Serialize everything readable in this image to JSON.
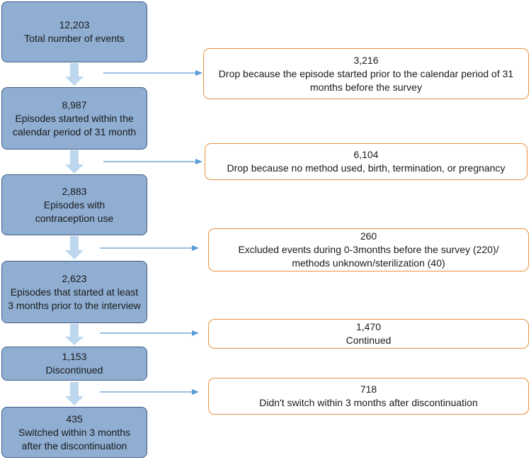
{
  "steps": [
    {
      "count": "12,203",
      "label": "Total number of events"
    },
    {
      "count": "8,987",
      "label": "Episodes started within the calendar period of 31 month"
    },
    {
      "count": "2,883",
      "label": "Episodes with contraception use"
    },
    {
      "count": "2,623",
      "label": "Episodes that started at least 3 months prior to the interview"
    },
    {
      "count": "1,153",
      "label": "Discontinued"
    },
    {
      "count": "435",
      "label": "Switched within 3 months after the discontinuation"
    }
  ],
  "exclusions": [
    {
      "count": "3,216",
      "label": "Drop because the episode started prior to the calendar period of 31 months before the survey"
    },
    {
      "count": "6,104",
      "label": "Drop because no method used, birth, termination, or pregnancy"
    },
    {
      "count": "260",
      "label": "Excluded events during 0-3months before the survey (220)/ methods unknown/sterilization (40)"
    },
    {
      "count": "1,470",
      "label": "Continued"
    },
    {
      "count": "718",
      "label": "Didn't switch within 3 months after discontinuation"
    }
  ],
  "colors": {
    "step_fill": "#8faed2",
    "step_border": "#3f5f87",
    "exclusion_border": "#e8913e",
    "down_arrow": "#bdd7ee",
    "side_arrow": "#5b9bd5"
  }
}
